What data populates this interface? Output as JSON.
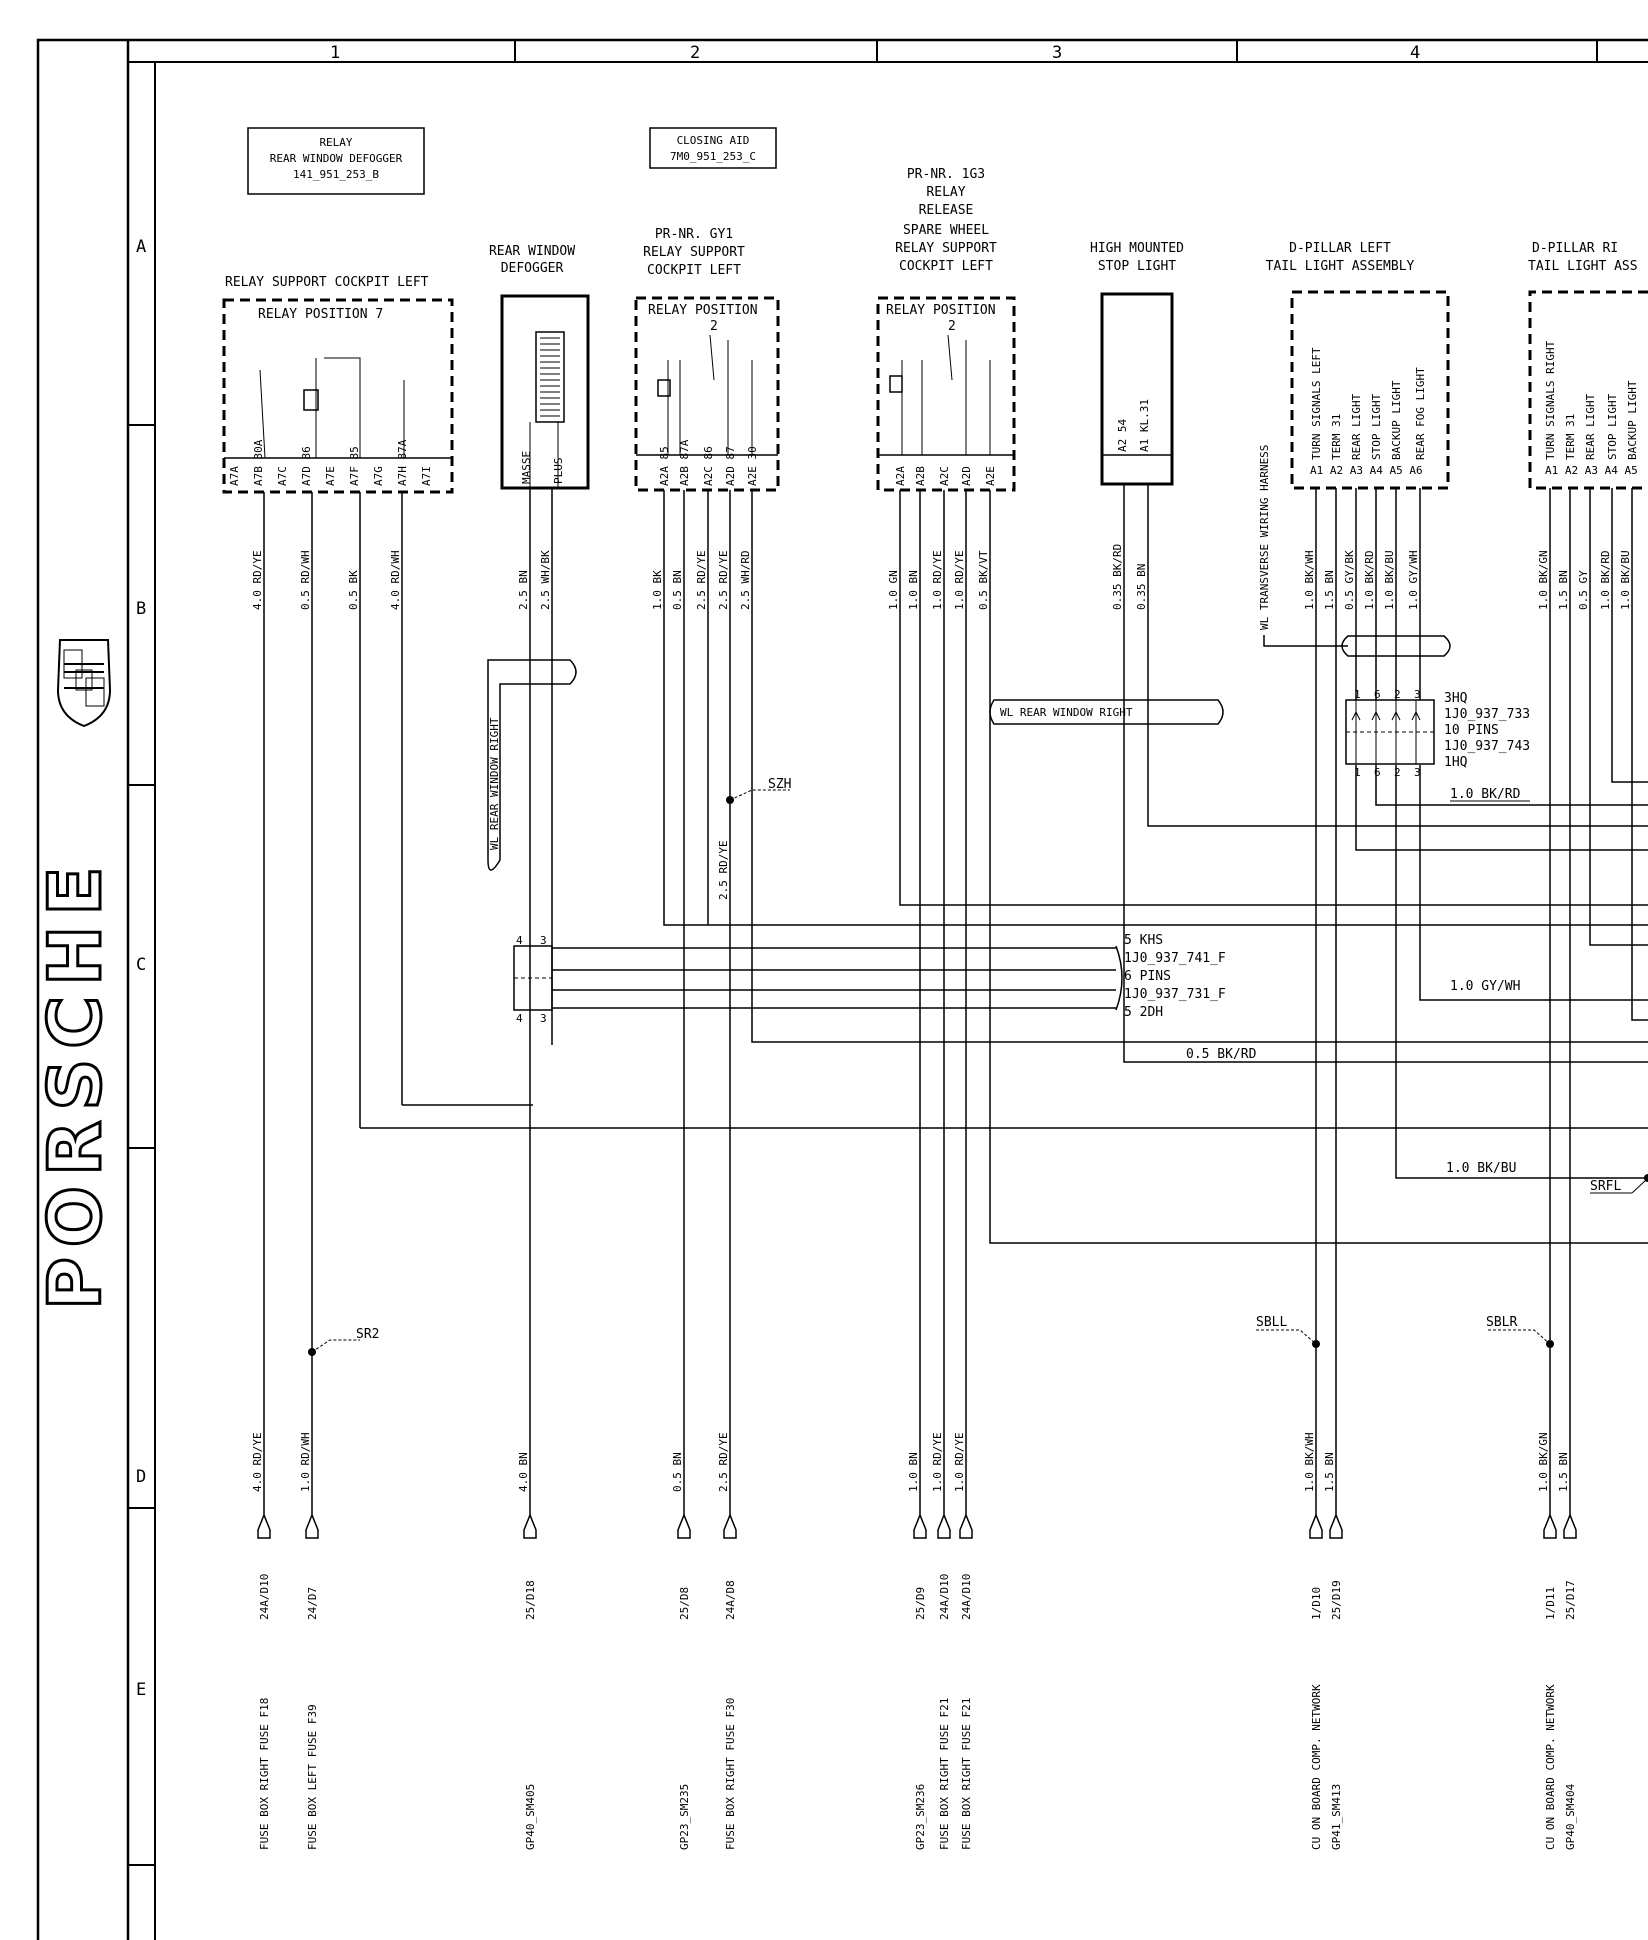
{
  "brand": "PORSCHE",
  "grid": {
    "columns": [
      "1",
      "2",
      "3",
      "4"
    ],
    "rows": [
      "A",
      "B",
      "C",
      "D",
      "E"
    ]
  },
  "boxes": {
    "relay_defogger": [
      "RELAY",
      "REAR WINDOW DEFOGGER",
      "141_951_253_B"
    ],
    "closing_aid": [
      "CLOSING AID",
      "7M0_951_253_C"
    ]
  },
  "components": {
    "relay_support_left": {
      "title": "RELAY SUPPORT COCKPIT LEFT",
      "position": "RELAY POSITION  7",
      "pins": [
        "A7A",
        "A7B 30A",
        "A7C",
        "A7D 86",
        "A7E",
        "A7F 85",
        "A7G",
        "A7H 87A",
        "A7I"
      ]
    },
    "rear_window_defogger": {
      "title": [
        "REAR WINDOW",
        "DEFOGGER"
      ],
      "pins": [
        "MASSE",
        "PLUS"
      ]
    },
    "relay_gy1": {
      "title": [
        "PR-NR. GY1",
        "RELAY SUPPORT",
        "COCKPIT LEFT"
      ],
      "position": "RELAY POSITION",
      "position_num": "2",
      "pins": [
        "A2A 85",
        "A2B 87A",
        "A2C 86",
        "A2D 87",
        "A2E 30"
      ]
    },
    "relay_1g3": {
      "title": [
        "PR-NR. 1G3",
        "RELAY",
        "RELEASE",
        "SPARE WHEEL",
        "RELAY SUPPORT",
        "COCKPIT   LEFT"
      ],
      "position": "RELAY POSITION",
      "position_num": "2",
      "pins": [
        "A2A",
        "A2B",
        "A2C",
        "A2D",
        "A2E"
      ]
    },
    "stop_light": {
      "title": [
        "HIGH MOUNTED",
        "STOP LIGHT"
      ],
      "pins": [
        "A2  54",
        "A1  KL.31"
      ]
    },
    "tail_left": {
      "title": [
        "D-PILLAR  LEFT",
        "TAIL LIGHT ASSEMBLY"
      ],
      "pins": [
        "TURN SIGNALS LEFT",
        "TERM 31",
        "REAR LIGHT",
        "STOP LIGHT",
        "BACKUP LIGHT",
        "REAR FOG LIGHT"
      ],
      "pin_ids": "A1 A2 A3 A4 A5 A6"
    },
    "tail_right": {
      "title": [
        "D-PILLAR  RI",
        "TAIL LIGHT ASS"
      ],
      "pins": [
        "TURN SIGNALS RIGHT",
        "TERM 31",
        "REAR LIGHT",
        "STOP LIGHT",
        "BACKUP LIGHT"
      ],
      "pin_ids": "A1 A2 A3 A4 A5"
    }
  },
  "wires": {
    "relay_left": [
      "4.0 RD/YE",
      "0.5 RD/WH",
      "0.5 BK",
      "4.0 RD/WH"
    ],
    "defogger": [
      "2.5 BN",
      "2.5 WH/BK"
    ],
    "gy1": [
      "1.0 BK",
      "0.5 BN",
      "2.5 RD/YE",
      "2.5 RD/YE",
      "2.5 WH/RD"
    ],
    "g3": [
      "1.0 GN",
      "1.0 BN",
      "1.0 RD/YE",
      "1.0 RD/YE",
      "0.5 BK/VT"
    ],
    "stop": [
      "0.35 BK/RD",
      "0.35 BN"
    ],
    "tail_left": [
      "1.0 BK/WH",
      "1.5 BN",
      "0.5 GY/BK",
      "1.0 BK/RD",
      "1.0 BK/BU",
      "1.0 GY/WH"
    ],
    "tail_right": [
      "1.0 BK/GN",
      "1.5 BN",
      "0.5 GY",
      "1.0 BK/RD",
      "1.0 BK/BU"
    ],
    "mid_szh": "2.5 RD/YE",
    "h_bkrd": "1.0 BK/RD",
    "h_gywh": "1.0 GY/WH",
    "h_bkrd05": "0.5 BK/RD",
    "h_bkbu": "1.0 BK/BU"
  },
  "harness": {
    "rear_window_right": "WL  REAR WINDOW  RIGHT",
    "rear_window_right_h": "WL REAR WINDOW   RIGHT",
    "transverse": "WL TRANSVERSE WIRING HARNESS"
  },
  "connectors": {
    "c3hq": [
      "3HQ",
      "1J0_937_733",
      "10 PINS",
      "1J0_937_743",
      "1HQ"
    ],
    "c3hq_pins_top": [
      "1",
      "6",
      "2",
      "3"
    ],
    "c3hq_pins_bot": [
      "1",
      "6",
      "2",
      "3"
    ],
    "ckhs": [
      "5 KHS",
      "1J0_937_741_F",
      "6 PINS",
      "1J0_937_731_F",
      "5 2DH"
    ],
    "ckhs_pins": [
      "4",
      "3"
    ]
  },
  "splices": {
    "szh": "SZH",
    "sr2": "SR2",
    "sbll": "SBLL",
    "sblr": "SBLR",
    "srfl": "SRFL"
  },
  "bottom": {
    "wire_labels": [
      "4.0 RD/YE",
      "1.0 RD/WH",
      "4.0 BN",
      "0.5 BN",
      "2.5 RD/YE",
      "1.0 BN",
      "1.0 RD/YE",
      "1.0 RD/YE",
      "1.0 BK/WH",
      "1.5 BN",
      "1.0 BK/GN",
      "1.5 BN"
    ],
    "refs": [
      "24A/D10",
      "24/D7",
      "25/D18",
      "25/D8",
      "24A/D8",
      "25/D9",
      "24A/D10",
      "24A/D10",
      "1/D10",
      "25/D19",
      "1/D11",
      "25/D17"
    ],
    "dest": [
      "FUSE BOX  RIGHT  FUSE F18",
      "FUSE BOX  LEFT  FUSE F39",
      "GP40_SM405",
      "GP23_SM235",
      "FUSE BOX  RIGHT  FUSE F30",
      "GP23_SM236",
      "FUSE BOX  RIGHT FUSE F21",
      "FUSE BOX  RIGHT FUSE F21",
      "CU ON BOARD COMP. NETWORK",
      "GP41_SM413",
      "CU ON BOARD COMP. NETWORK",
      "GP40_SM404"
    ]
  }
}
